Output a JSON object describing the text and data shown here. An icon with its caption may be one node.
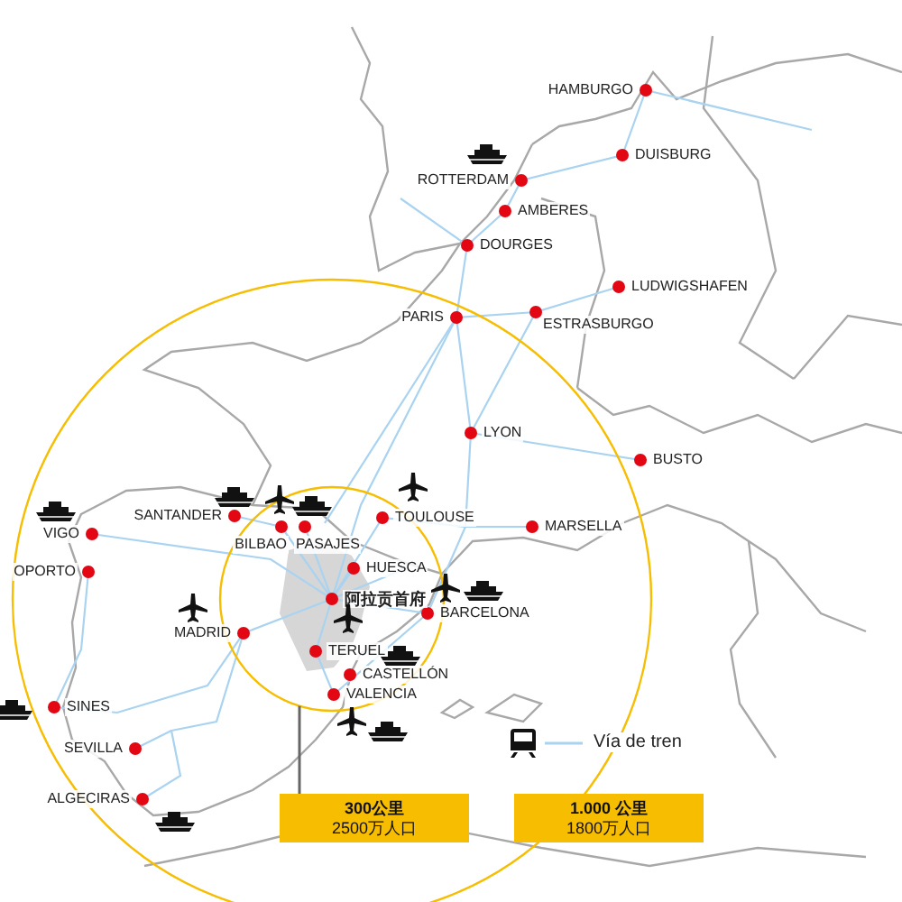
{
  "diagram": {
    "nodes": [
      {
        "text": [],
        "shape": "circle"
      },
      {
        "text": [
          "300公里",
          "2500万人口"
        ]
      },
      {
        "text": [
          "1.000 公里",
          "1800万人口"
        ]
      }
    ],
    "edges": [
      {
        "from": 1,
        "to": 0,
        "arrow": "none"
      }
    ],
    "labels": [
      "HAMBURGO",
      "DUISBURG",
      "ROTTERDAM",
      "AMBERES",
      "DOURGES",
      "LUDWIGSHAFEN",
      "PARIS",
      "ESTRASBURGO",
      "LYON",
      "BUSTO",
      "SANTANDER",
      "TOULOUSE",
      "MARSELLA",
      "VIGO",
      "BILBAO",
      "PASAJES",
      "HUESCA",
      "OPORTO",
      "阿拉贡首府",
      "BARCELONA",
      "MADRID",
      "TERUEL",
      "CASTELLÓN",
      "VALENCIA",
      "SINES",
      "SEVILLA",
      "ALGECIRAS"
    ],
    "legend": [
      {
        "text": "Vía de tren"
      }
    ]
  }
}
